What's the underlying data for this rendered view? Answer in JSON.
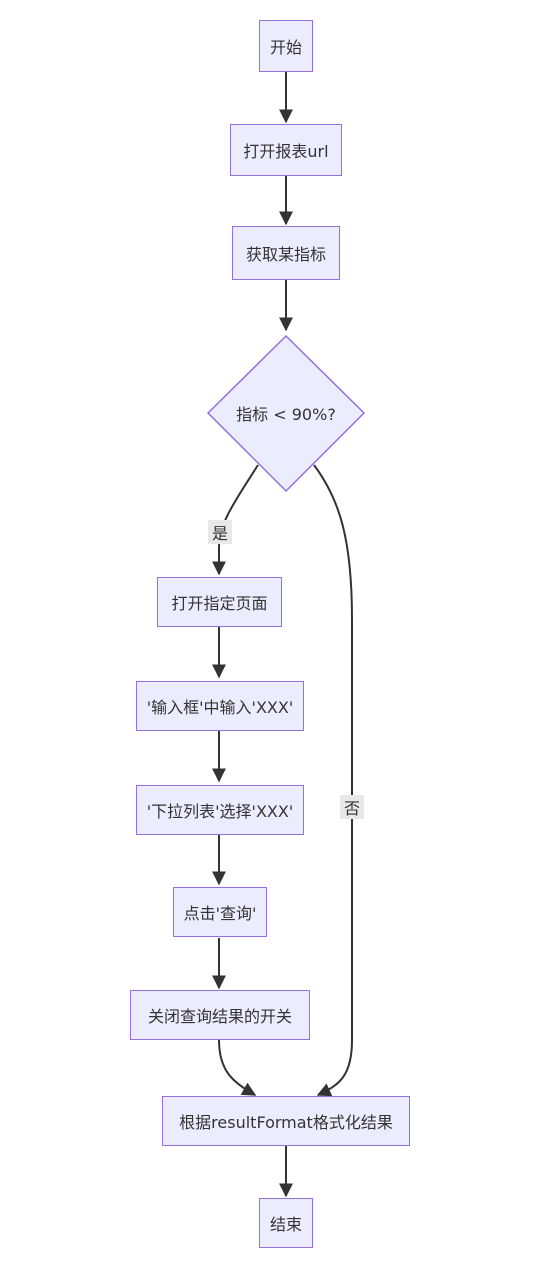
{
  "nodes": {
    "start": "开始",
    "open_url": "打开报表url",
    "get_metric": "获取某指标",
    "decision": "指标 < 90%?",
    "open_page": "打开指定页面",
    "input_box": "'输入框'中输入'XXX'",
    "dropdown": "'下拉列表'选择'XXX'",
    "click_query": "点击'查询'",
    "close_switch": "关闭查询结果的开关",
    "format_result": "根据resultFormat格式化结果",
    "end": "结束"
  },
  "edges": {
    "yes_label": "是",
    "no_label": "否"
  },
  "colors": {
    "node_fill": "#ECECFF",
    "node_border": "#9370DB",
    "edge_stroke": "#333333",
    "label_bg": "#E8E8E8"
  }
}
